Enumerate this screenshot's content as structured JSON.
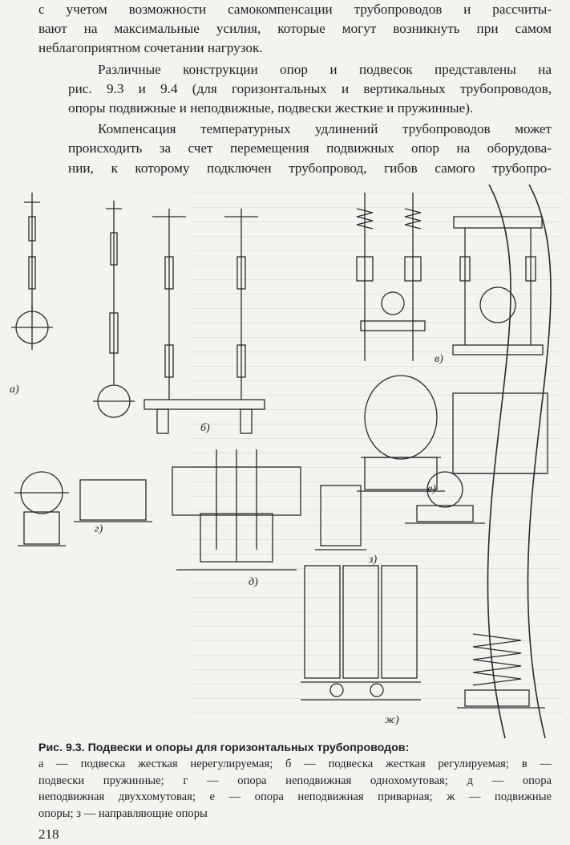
{
  "body": {
    "para1_lines": [
      "с учетом возможности самокомпенсации трубопроводов и рассчиты-",
      "вают на максимальные усилия, которые могут возникнуть при самом",
      "неблагоприятном сочетании нагрузок."
    ],
    "para2_lines": [
      "Различные конструкции опор и подвесок представлены на",
      "рис. 9.3 и 9.4 (для горизонтальных и вертикальных трубопроводов,",
      "опоры подвижные и неподвижные, подвески жесткие и пружинные)."
    ],
    "para3_lines": [
      "Компенсация температурных удлинений трубопроводов может",
      "происходить за счет перемещения подвижных опор на оборудова-",
      "нии, к которому подключен трубопровод, гибов самого трубопро-"
    ]
  },
  "figure": {
    "labels": {
      "a": "а)",
      "b": "б)",
      "v": "в)",
      "g": "г)",
      "d": "д)",
      "e": "е)",
      "zh": "ж)",
      "z": "з)"
    }
  },
  "caption": {
    "title": "Рис. 9.3. Подвески и опоры для горизонтальных трубопроводов:",
    "lines": [
      "а — подвеска жесткая нерегулируемая; б — подвеска жесткая регулируемая; в —",
      "подвески пружинные; г — опора неподвижная однохомутовая; д — опора",
      "неподвижная двуххомутовая; е — опора неподвижная приварная; ж — подвижные",
      "опоры; з — направляющие опоры"
    ]
  },
  "page_number": "218"
}
